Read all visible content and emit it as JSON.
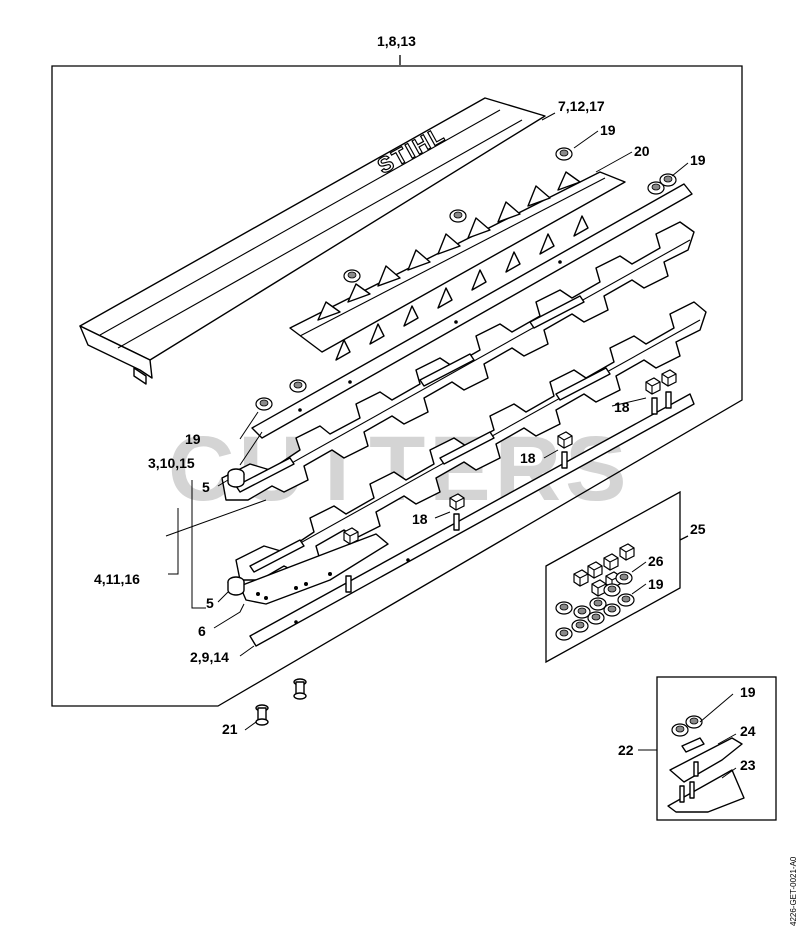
{
  "drawing_id": "4226-GET-0021-A0",
  "watermark": "CUTTERS",
  "brand_mark": "STIHL",
  "callouts": {
    "c_1_8_13": "1,8,13",
    "c_7_12_17": "7,12,17",
    "c_19_a": "19",
    "c_20": "20",
    "c_19_b": "19",
    "c_19_c": "19",
    "c_3_10_15": "3,10,15",
    "c_5_a": "5",
    "c_18_a": "18",
    "c_18_b": "18",
    "c_18_c": "18",
    "c_4_11_16": "4,11,16",
    "c_5_b": "5",
    "c_6": "6",
    "c_2_9_14": "2,9,14",
    "c_25": "25",
    "c_26": "26",
    "c_19_d": "19",
    "c_21": "21",
    "c_19_e": "19",
    "c_22": "22",
    "c_24": "24",
    "c_23": "23"
  }
}
